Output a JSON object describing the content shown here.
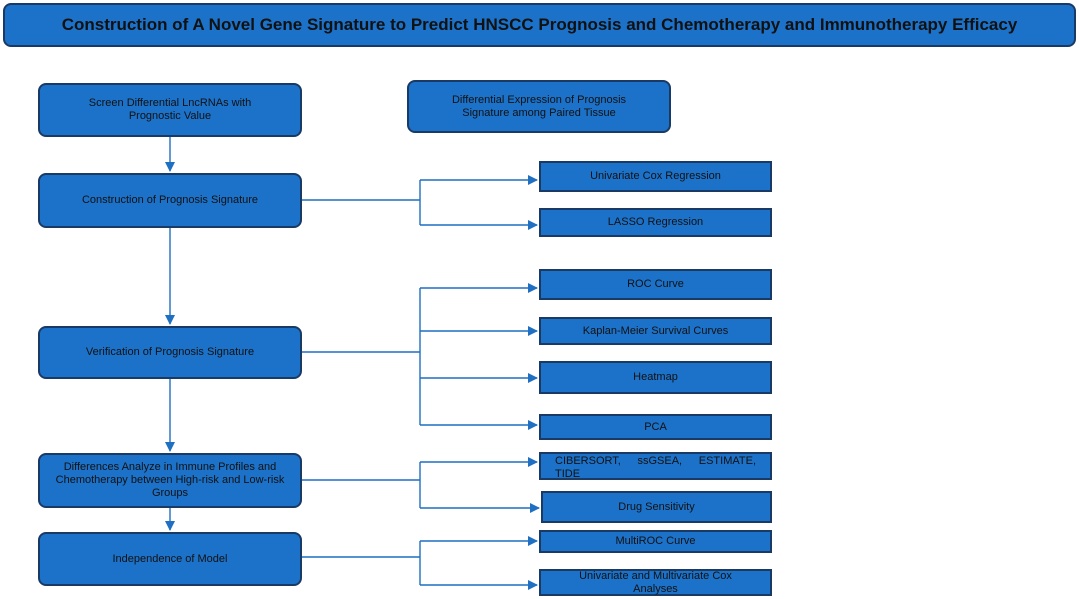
{
  "title": "Construction of A Novel Gene Signature to Predict HNSCC Prognosis and Chemotherapy and Immunotherapy Efficacy",
  "main_steps": {
    "screen": "Screen Differential LncRNAs with Prognostic Value",
    "construction": "Construction of Prognosis Signature",
    "verification": "Verification of Prognosis Signature",
    "differences": "Differences Analyze in Immune Profiles and Chemotherapy between High-risk and Low-risk Groups",
    "independence": "Independence of Model"
  },
  "differential_expression": "Differential Expression of Prognosis Signature among Paired Tissue",
  "construction_methods": [
    "Univariate Cox Regression",
    "LASSO Regression"
  ],
  "verification_methods": [
    "ROC Curve",
    "Kaplan-Meier Survival Curves",
    "Heatmap",
    "PCA"
  ],
  "differences_methods": [
    "CIBERSORT, ssGSEA, ESTIMATE, TIDE",
    "Drug Sensitivity"
  ],
  "independence_methods": [
    "MultiROC Curve",
    "Univariate and Multivariate Cox Analyses"
  ],
  "colors": {
    "box_fill": "#1c72c9",
    "box_border": "#1a3a66",
    "connector": "#1f6fc2"
  }
}
